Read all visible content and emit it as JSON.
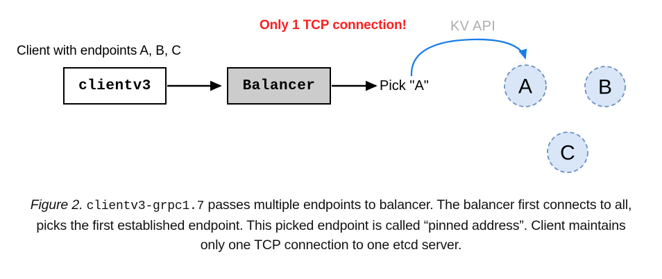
{
  "diagram": {
    "warning_label": "Only 1 TCP connection!",
    "api_label": "KV API",
    "client_label": "Client with endpoints A, B, C",
    "pick_label": "Pick \"A\"",
    "boxes": [
      {
        "id": "clientv3",
        "label": "clientv3"
      },
      {
        "id": "balancer",
        "label": "Balancer"
      }
    ],
    "endpoints": [
      {
        "id": "a",
        "label": "A"
      },
      {
        "id": "b",
        "label": "B"
      },
      {
        "id": "c",
        "label": "C"
      }
    ],
    "colors": {
      "warning": "#fb1f20",
      "api_label": "#adadad",
      "arrow_blue": "#1a7de8",
      "endpoint_fill": "#d8e6f8",
      "endpoint_stroke": "#6d8ec4",
      "box_fill_balancer": "#cccccc",
      "box_fill_client": "#ffffff",
      "box_stroke": "#000000"
    }
  },
  "caption": {
    "figure_number": "Figure 2.",
    "mono_term": "clientv3-grpc1.7",
    "text_after_mono": " passes multiple endpoints to balancer. The balancer first connects to all, picks the first established endpoint. This picked endpoint is called “pinned address”. Client maintains only one TCP connection to one etcd server."
  }
}
